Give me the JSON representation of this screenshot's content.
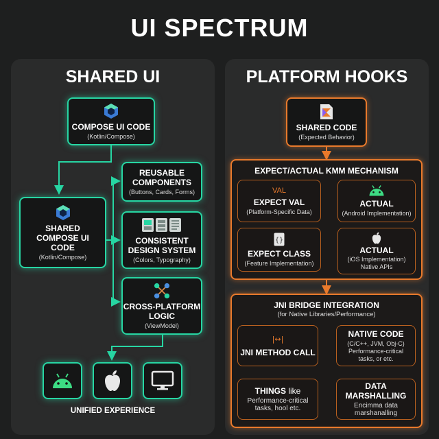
{
  "title": "UI SPECTRUM",
  "colors": {
    "green": "#27d6a3",
    "orange": "#e97a2c",
    "bg": "#1e1f1f",
    "panel": "#2a2b2b"
  },
  "left": {
    "heading": "SHARED UI",
    "compose_top": {
      "title": "COMPOSE UI CODE",
      "sub": "(Kotlin/Compose)",
      "icon": "compose-hexagon-icon"
    },
    "compose_mid": {
      "title_l1": "SHARED",
      "title_l2": "COMPOSE UI",
      "title_l3": "CODE",
      "sub": "(Kotlin/Compose)",
      "icon": "compose-hexagon-icon"
    },
    "reusable": {
      "title_l1": "REUSABLE",
      "title_l2": "COMPONENTS",
      "sub": "(Buttons, Cards, Forms)"
    },
    "design": {
      "title_l1": "CONSISTENT",
      "title_l2": "DESIGN SYSTEM",
      "sub": "(Colors, Typography)",
      "icon": "design-tokens-icon"
    },
    "logic": {
      "title_l1": "CROSS-PLATFORM",
      "title_l2": "LOGIC",
      "sub": "(ViewModel)",
      "icon": "network-nodes-icon"
    },
    "platforms": [
      "android-icon",
      "apple-icon",
      "desktop-monitor-icon"
    ],
    "footer": "UNIFIED EXPERIENCE"
  },
  "right": {
    "heading": "PLATFORM HOOKS",
    "shared": {
      "title": "SHARED CODE",
      "sub": "(Expected Behavior)",
      "icon": "kotlin-file-icon"
    },
    "kmm": {
      "title": "EXPECT/ACTUAL KMM MECHANISM",
      "val_tag": "VAL",
      "expect_val": {
        "title": "EXPECT VAL",
        "sub": "(Platform-Specific Data)"
      },
      "expect_class": {
        "title": "EXPECT CLASS",
        "sub": "(Feature Implementation)",
        "icon": "curly-braces-icon"
      },
      "actual_android": {
        "title": "ACTUAL",
        "sub": "(Android Implementation)",
        "icon": "android-icon"
      },
      "actual_ios": {
        "title": "ACTUAL",
        "sub_l1": "(iOS Implementation)",
        "sub_l2": "Native APIs",
        "icon": "apple-icon"
      }
    },
    "jni": {
      "title": "JNI BRIDGE INTEGRATION",
      "sub": "(for Native Libraries/Performance)",
      "method_tag": "|↔|",
      "method": {
        "title": "JNI METHOD CALL"
      },
      "native": {
        "title": "NATIVE CODE",
        "sub_l1": "(C/C++, JVM, Obj-C)",
        "sub_l2": "Performance-critical",
        "sub_l3": "tasks, or etc."
      },
      "things": {
        "title_bold": "THINGS",
        "title_rest": " like",
        "sub_l1": "Performance-critical",
        "sub_l2": "tasks, hool etc."
      },
      "marshalling": {
        "title": "DATA MARSHALLING",
        "sub_l1": "Encimma data",
        "sub_l2": "marshanalling"
      }
    }
  }
}
